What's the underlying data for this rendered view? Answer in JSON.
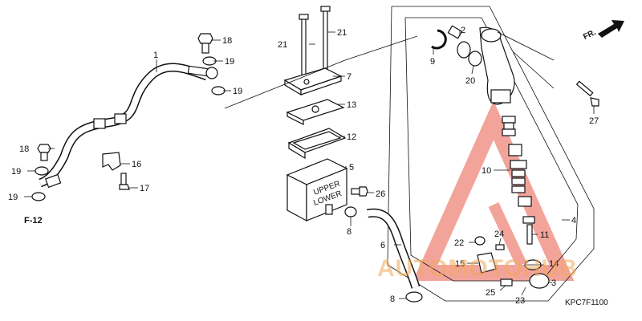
{
  "diagram": {
    "code": "KPC7F1100",
    "fr_label": "FR.",
    "ref_label": "F-12",
    "watermark": "AUTOMOTOHUB",
    "watermark_color": "#e85a4a",
    "callouts": [
      "1",
      "2",
      "3",
      "4",
      "5",
      "6",
      "7",
      "8",
      "8",
      "9",
      "10",
      "11",
      "12",
      "13",
      "14",
      "15",
      "16",
      "17",
      "18",
      "18",
      "19",
      "19",
      "19",
      "19",
      "20",
      "21",
      "21",
      "22",
      "23",
      "24",
      "25",
      "26",
      "27"
    ]
  }
}
